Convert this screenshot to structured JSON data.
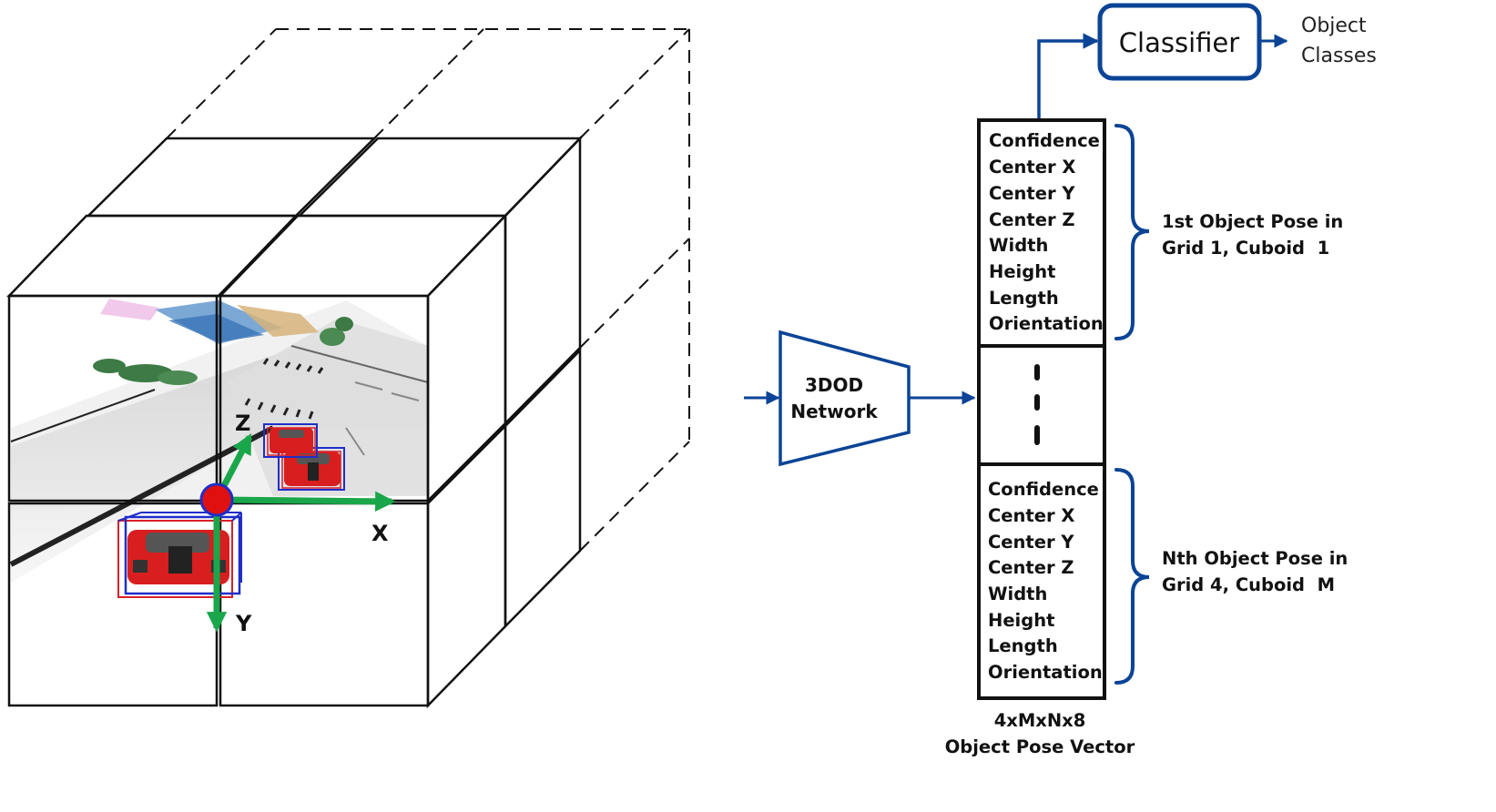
{
  "axes": {
    "x": "X",
    "y": "Y",
    "z": "Z"
  },
  "network": {
    "line1": "3DOD",
    "line2": "Network"
  },
  "classifier": {
    "label": "Classifier"
  },
  "output": {
    "line1": "Object",
    "line2": "Classes"
  },
  "vector_top": {
    "items": [
      "Confidence",
      "Center X",
      "Center Y",
      "Center Z",
      "Width",
      "Height",
      "Length",
      "Orientation"
    ]
  },
  "vector_bottom": {
    "items": [
      "Confidence",
      "Center X",
      "Center Y",
      "Center Z",
      "Width",
      "Height",
      "Length",
      "Orientation"
    ]
  },
  "brace_top": {
    "line1": "1st Object Pose in",
    "line2": "Grid 1, Cuboid  1"
  },
  "brace_bottom": {
    "line1": "Nth Object Pose in",
    "line2": "Grid 4, Cuboid  M"
  },
  "vector_caption": {
    "line1": "4xMxNx8",
    "line2": "Object Pose Vector"
  },
  "colors": {
    "accent": "#0b4496",
    "axis": "#1aa64a",
    "origin": "#e01010",
    "car": "#d81e1e",
    "box_blue": "#1f2ec8",
    "box_red": "#d8202a"
  },
  "icons": [
    "car-icon",
    "building-icon",
    "tree-icon",
    "origin-dot-icon",
    "arrow-icon",
    "brace-icon"
  ]
}
